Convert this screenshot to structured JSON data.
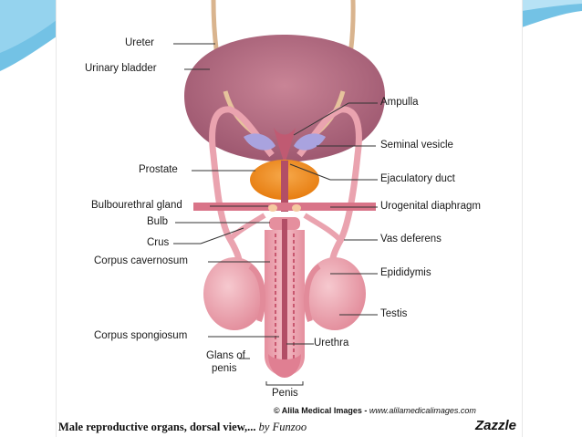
{
  "labels": {
    "ureter": "Ureter",
    "urinary_bladder": "Urinary bladder",
    "ampulla": "Ampulla",
    "seminal_vesicle": "Seminal  vesicle",
    "prostate": "Prostate",
    "ejaculatory_duct": "Ejaculatory duct",
    "bulbourethral_gland": "Bulbourethral gland",
    "urogenital_diaphragm": "Urogenital diaphragm",
    "bulb": "Bulb",
    "crus": "Crus",
    "vas_deferens": "Vas deferens",
    "corpus_cavernosum": "Corpus cavernosum",
    "epididymis": "Epididymis",
    "testis": "Testis",
    "corpus_spongiosum": "Corpus spongiosum",
    "urethra": "Urethra",
    "glans_line1": "Glans of",
    "glans_line2": "penis",
    "penis": "Penis"
  },
  "credit": {
    "copyright": "© Alila Medical Images - ",
    "url": "www.alilamedicalimages.com"
  },
  "caption": {
    "title": "Male reproductive organs, dorsal view,...",
    "by": " by Funzoo"
  },
  "brand": "Zazzle",
  "colors": {
    "tissue_pink": "#e9a2ae",
    "bladder_purple": "#b06a80",
    "prostate_orange": "#f08a1c",
    "seminal_lavender": "#a9a3df",
    "deco_blue": "#5ab7e0"
  }
}
